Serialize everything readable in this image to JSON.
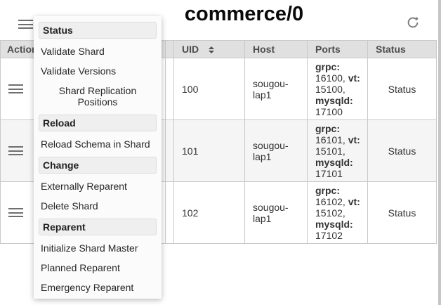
{
  "topbar": {
    "title": "commerce/0"
  },
  "menu": {
    "sections": [
      {
        "header": "Status",
        "items": [
          "Validate Shard",
          "Validate Versions",
          "Shard Replication Positions"
        ]
      },
      {
        "header": "Reload",
        "items": [
          "Reload Schema in Shard"
        ]
      },
      {
        "header": "Change",
        "items": [
          "Externally Reparent",
          "Delete Shard"
        ]
      },
      {
        "header": "Reparent",
        "items": [
          "Initialize Shard Master",
          "Planned Reparent",
          "Emergency Reparent"
        ]
      }
    ]
  },
  "table": {
    "headers": {
      "actions": "Actions",
      "uid": "UID",
      "host": "Host",
      "ports": "Ports",
      "status": "Status"
    },
    "ports_labels": {
      "grpc": "grpc:",
      "vt": "vt:",
      "mysqld": "mysqld:"
    },
    "rows": [
      {
        "uid": "100",
        "host": "sougou-lap1",
        "grpc": "16100,",
        "vt": "15100,",
        "mysqld": "17100",
        "status": "Status"
      },
      {
        "uid": "101",
        "host": "sougou-lap1",
        "grpc": "16101,",
        "vt": "15101,",
        "mysqld": "17101",
        "status": "Status"
      },
      {
        "uid": "102",
        "host": "sougou-lap1",
        "grpc": "16102,",
        "vt": "15102,",
        "mysqld": "17102",
        "status": "Status"
      }
    ]
  },
  "colors": {
    "header_bg": "#e0e0e0",
    "row_alt_bg": "#f5f5f5",
    "border": "#c9c9c9",
    "icon_gray": "#757575"
  }
}
